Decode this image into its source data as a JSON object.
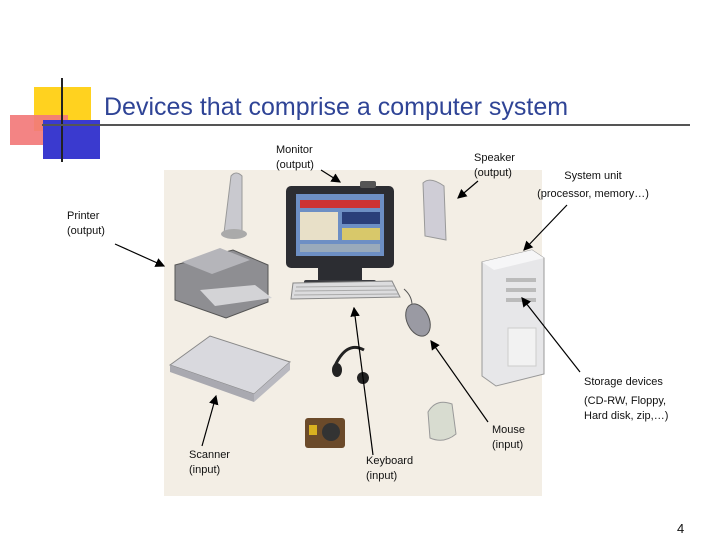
{
  "slide": {
    "title": "Devices that comprise a computer system",
    "page_number": "4"
  },
  "labels": {
    "printer": [
      "Printer",
      "(output)"
    ],
    "monitor": [
      "Monitor",
      "(output)"
    ],
    "speaker": [
      "Speaker",
      "(output)"
    ],
    "system_unit": [
      "System unit",
      "(processor, memory…)"
    ],
    "storage": [
      "Storage devices",
      "(CD-RW, Floppy,",
      "Hard disk, zip,…)"
    ],
    "mouse": [
      "Mouse",
      "(input)"
    ],
    "keyboard": [
      "Keyboard",
      "(input)"
    ],
    "scanner": [
      "Scanner",
      "(input)"
    ]
  },
  "colors": {
    "title": "#2f4496",
    "accent_yellow": "#ffd21f",
    "accent_red": "#f27a7a",
    "accent_blue": "#3a3acf"
  }
}
